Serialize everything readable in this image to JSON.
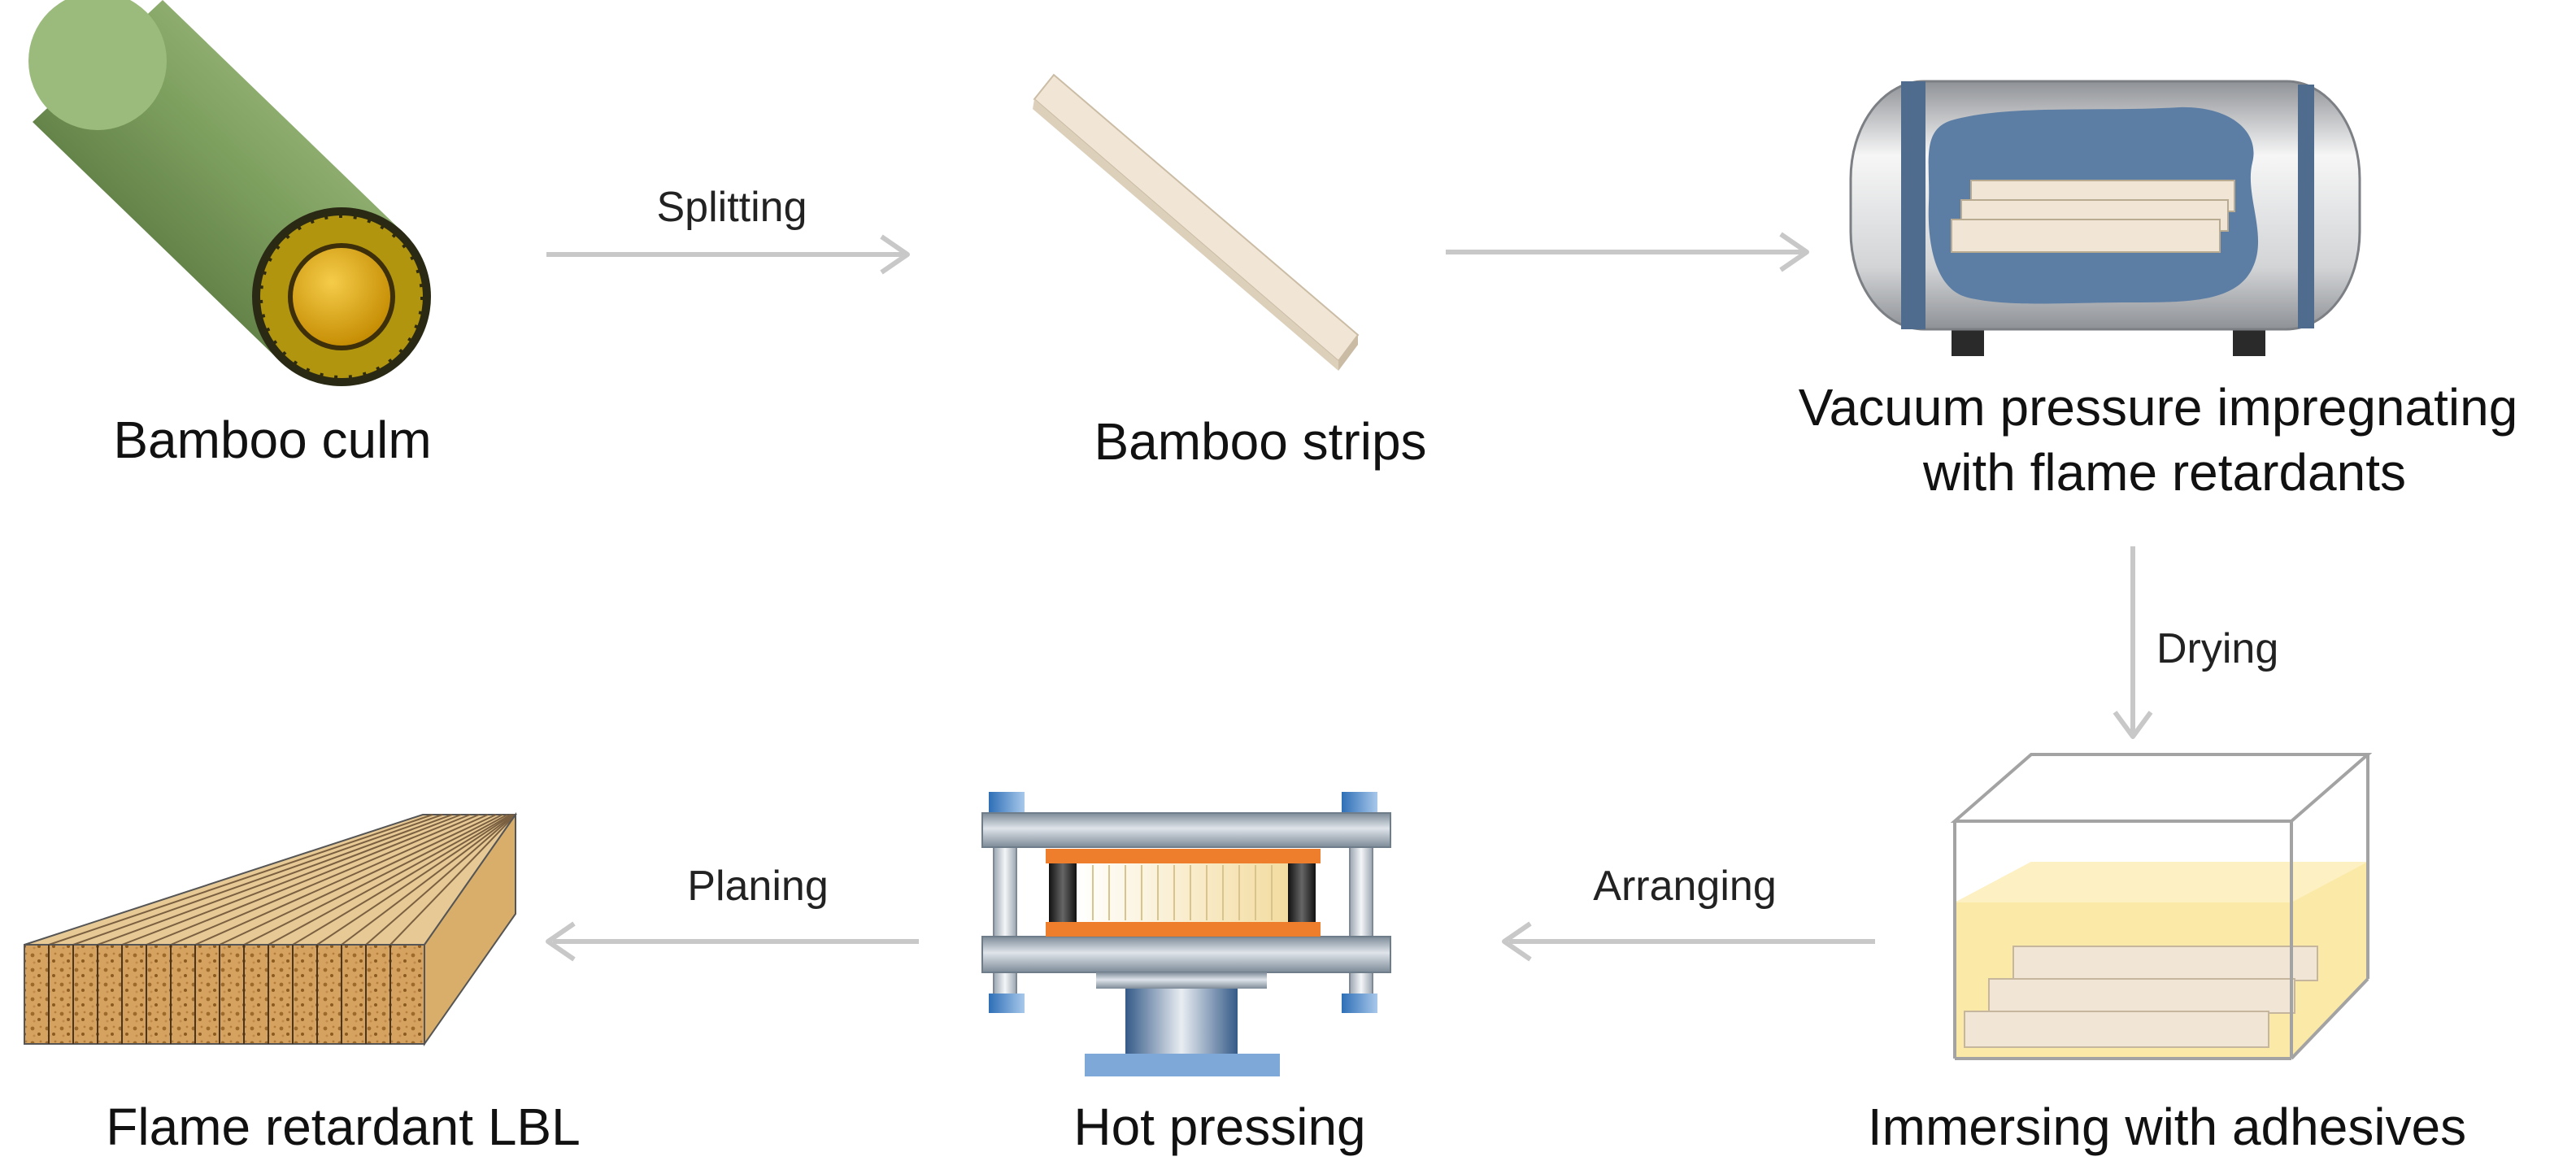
{
  "steps": {
    "culm": "Bamboo culm",
    "strips": "Bamboo strips",
    "vacuum_line1": "Vacuum pressure impregnating",
    "vacuum_line2": "with flame retardants",
    "immersing": "Immersing with adhesives",
    "hot_pressing": "Hot pressing",
    "lbl": "Flame retardant LBL"
  },
  "actions": {
    "splitting": "Splitting",
    "drying": "Drying",
    "arranging": "Arranging",
    "planing": "Planing"
  },
  "colors": {
    "arrow": "#c8c8c8",
    "bamboo_green": "#7ea05f",
    "bamboo_yellow": "#e2a50c",
    "strip": "#f1e6d5",
    "tank_band": "#4f6b8e",
    "impregnant": "#5c7ea5",
    "adhesive": "#fbe9a7",
    "press_orange": "#ee7d2c"
  }
}
